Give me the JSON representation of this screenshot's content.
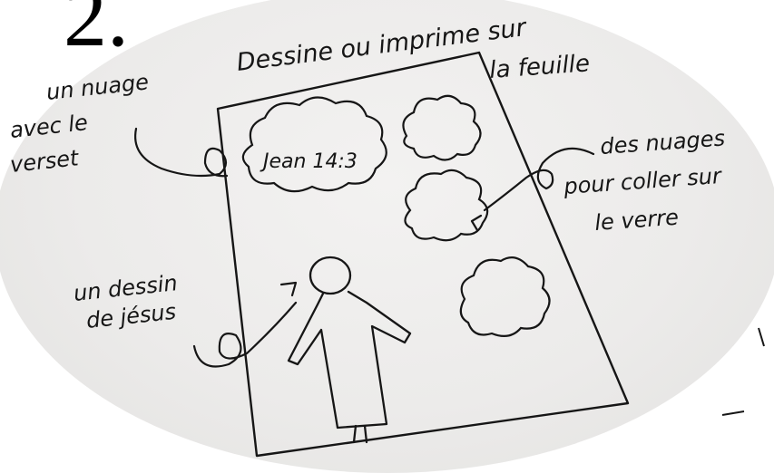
{
  "step_number": "2.",
  "labels": {
    "title_line1": "Dessine ou imprime sur",
    "title_line2": "la feuille",
    "cloud_note_1": "un nuage",
    "cloud_note_2": "avec le",
    "cloud_note_3": "verset",
    "verse_ref": "Jean 14:3",
    "clouds_note_1": "des nuages",
    "clouds_note_2": "pour coller sur",
    "clouds_note_3": "le verre",
    "jesus_note_1": "un dessin",
    "jesus_note_2": "de jésus"
  },
  "colors": {
    "ink": "#161616",
    "paper": "#ecebea"
  }
}
